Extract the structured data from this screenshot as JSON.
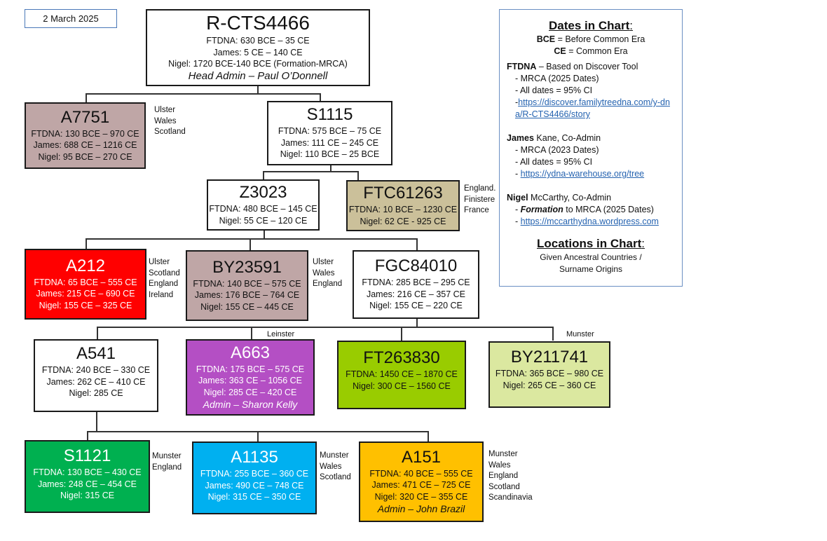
{
  "date": "2 March 2025",
  "nodes": {
    "root": {
      "title": "R-CTS4466",
      "lines": [
        "FTDNA:  630 BCE – 35 CE",
        "James:  5 CE – 140 CE",
        "Nigel:  1720 BCE-140 BCE (Formation-MRCA)"
      ],
      "admin": "Head Admin – Paul O’Donnell",
      "color": "#ffffff"
    },
    "a7751": {
      "title": "A7751",
      "lines": [
        "FTDNA:  130 BCE – 970 CE",
        "James:   688 CE – 1216 CE",
        "Nigel:  95 BCE – 270 CE"
      ],
      "locations": "Ulster\nWales\nScotland",
      "color": "#bfa6a6"
    },
    "s1115": {
      "title": "S1115",
      "lines": [
        "FTDNA:  575 BCE – 75 CE",
        "James: 111 CE – 245 CE",
        "Nigel:  110 BCE – 25  BCE"
      ],
      "color": "#ffffff"
    },
    "z3023": {
      "title": "Z3023",
      "lines": [
        "FTDNA:  480 BCE – 145 CE",
        "Nigel:  55 CE – 120 CE"
      ],
      "color": "#ffffff"
    },
    "ftc61263": {
      "title": "FTC61263",
      "lines": [
        "FTDNA: 10 BCE – 1230 CE",
        "Nigel:  62 CE - 925 CE"
      ],
      "locations": "England.\nFinistere\nFrance",
      "color": "#cbc09a"
    },
    "a212": {
      "title": "A212",
      "lines": [
        "FTDNA:   65 BCE – 555 CE",
        "James: 215 CE – 690 CE",
        "Nigel:  155 CE – 325 CE"
      ],
      "locations": "Ulster\nScotland\nEngland\nIreland",
      "color": "#ff0000"
    },
    "by23591": {
      "title": "BY23591",
      "lines": [
        "FTDNA:  140 BCE – 575 CE",
        "James: 176 BCE – 764 CE",
        "Nigel: 155 CE – 445 CE"
      ],
      "locations": "Ulster\nWales\nEngland",
      "color": "#bfa6a6"
    },
    "fgc84010": {
      "title": "FGC84010",
      "lines": [
        "FTDNA:  285 BCE – 295 CE",
        "James: 216 CE – 357 CE",
        "Nigel: 155 CE – 220 CE"
      ],
      "color": "#ffffff"
    },
    "a541": {
      "title": "A541",
      "lines": [
        "FTDNA:  240 BCE – 330 CE",
        "James:  262 CE – 410 CE",
        "Nigel: 285 CE"
      ],
      "color": "#ffffff"
    },
    "a663": {
      "title": "A663",
      "lines": [
        "FTDNA:  175 BCE – 575 CE",
        "James: 363 CE – 1056 CE",
        "Nigel:  285 CE – 420 CE"
      ],
      "admin": "Admin – Sharon Kelly",
      "locations": "Leinster",
      "color": "#b44fc4"
    },
    "ft263830": {
      "title": "FT263830",
      "lines": [
        "FTDNA:  1450 CE – 1870 CE",
        "Nigel:  300 CE – 1560 CE"
      ],
      "color": "#99cc00"
    },
    "by211741": {
      "title": "BY211741",
      "lines": [
        "FTDNA: 365 BCE – 980 CE",
        "Nigel:  265 CE – 360 CE"
      ],
      "locations": "Munster",
      "color": "#dbe8a0"
    },
    "s1121": {
      "title": "S1121",
      "lines": [
        "FTDNA:  130 BCE – 430 CE",
        "James: 248 CE – 454 CE",
        "Nigel:  315 CE"
      ],
      "locations": "Munster\nEngland",
      "color": "#00b050"
    },
    "a1135": {
      "title": "A1135",
      "lines": [
        "FTDNA:  255 BCE – 360 CE",
        "James:  490 CE – 748 CE",
        "Nigel:  315 CE – 350 CE"
      ],
      "locations": "Munster\nWales\nScotland",
      "color": "#00b0f0"
    },
    "a151": {
      "title": "A151",
      "lines": [
        "FTDNA:  40 BCE – 555 CE",
        "James:  471 CE – 725 CE",
        "Nigel:  320 CE – 355 CE"
      ],
      "admin": "Admin – John Brazil",
      "locations": "Munster\nWales\nEngland\nScotland\nScandinavia",
      "color": "#ffc000"
    }
  },
  "legend": {
    "dates_heading": "Dates in Chart",
    "bce_abbr": "BCE",
    "bce_def": " = Before Common Era",
    "ce_abbr": "CE",
    "ce_def": " = Common Era",
    "ftdna_name": "FTDNA",
    "ftdna_desc": " – Based on Discover Tool",
    "ftdna_items": [
      "- MRCA  (2025 Dates)",
      "- All dates = 95% CI"
    ],
    "ftdna_link": "https://discover.familytreedna.com/y-dna/R-CTS4466/story",
    "james_name": "James",
    "james_desc": " Kane, Co-Admin",
    "james_items": [
      "- MRCA  (2023 Dates)",
      "- All dates = 95% CI"
    ],
    "james_link": "https://ydna-warehouse.org/tree",
    "nigel_name": "Nigel",
    "nigel_desc": " McCarthy, Co-Admin",
    "nigel_formation": "Formation",
    "nigel_formation_rest": " to MRCA (2025 Dates)",
    "nigel_link": "https://mccarthydna.wordpress.com",
    "locations_heading": "Locations in Chart",
    "locations_desc": [
      "Given Ancestral Countries /",
      "Surname Origins"
    ]
  }
}
